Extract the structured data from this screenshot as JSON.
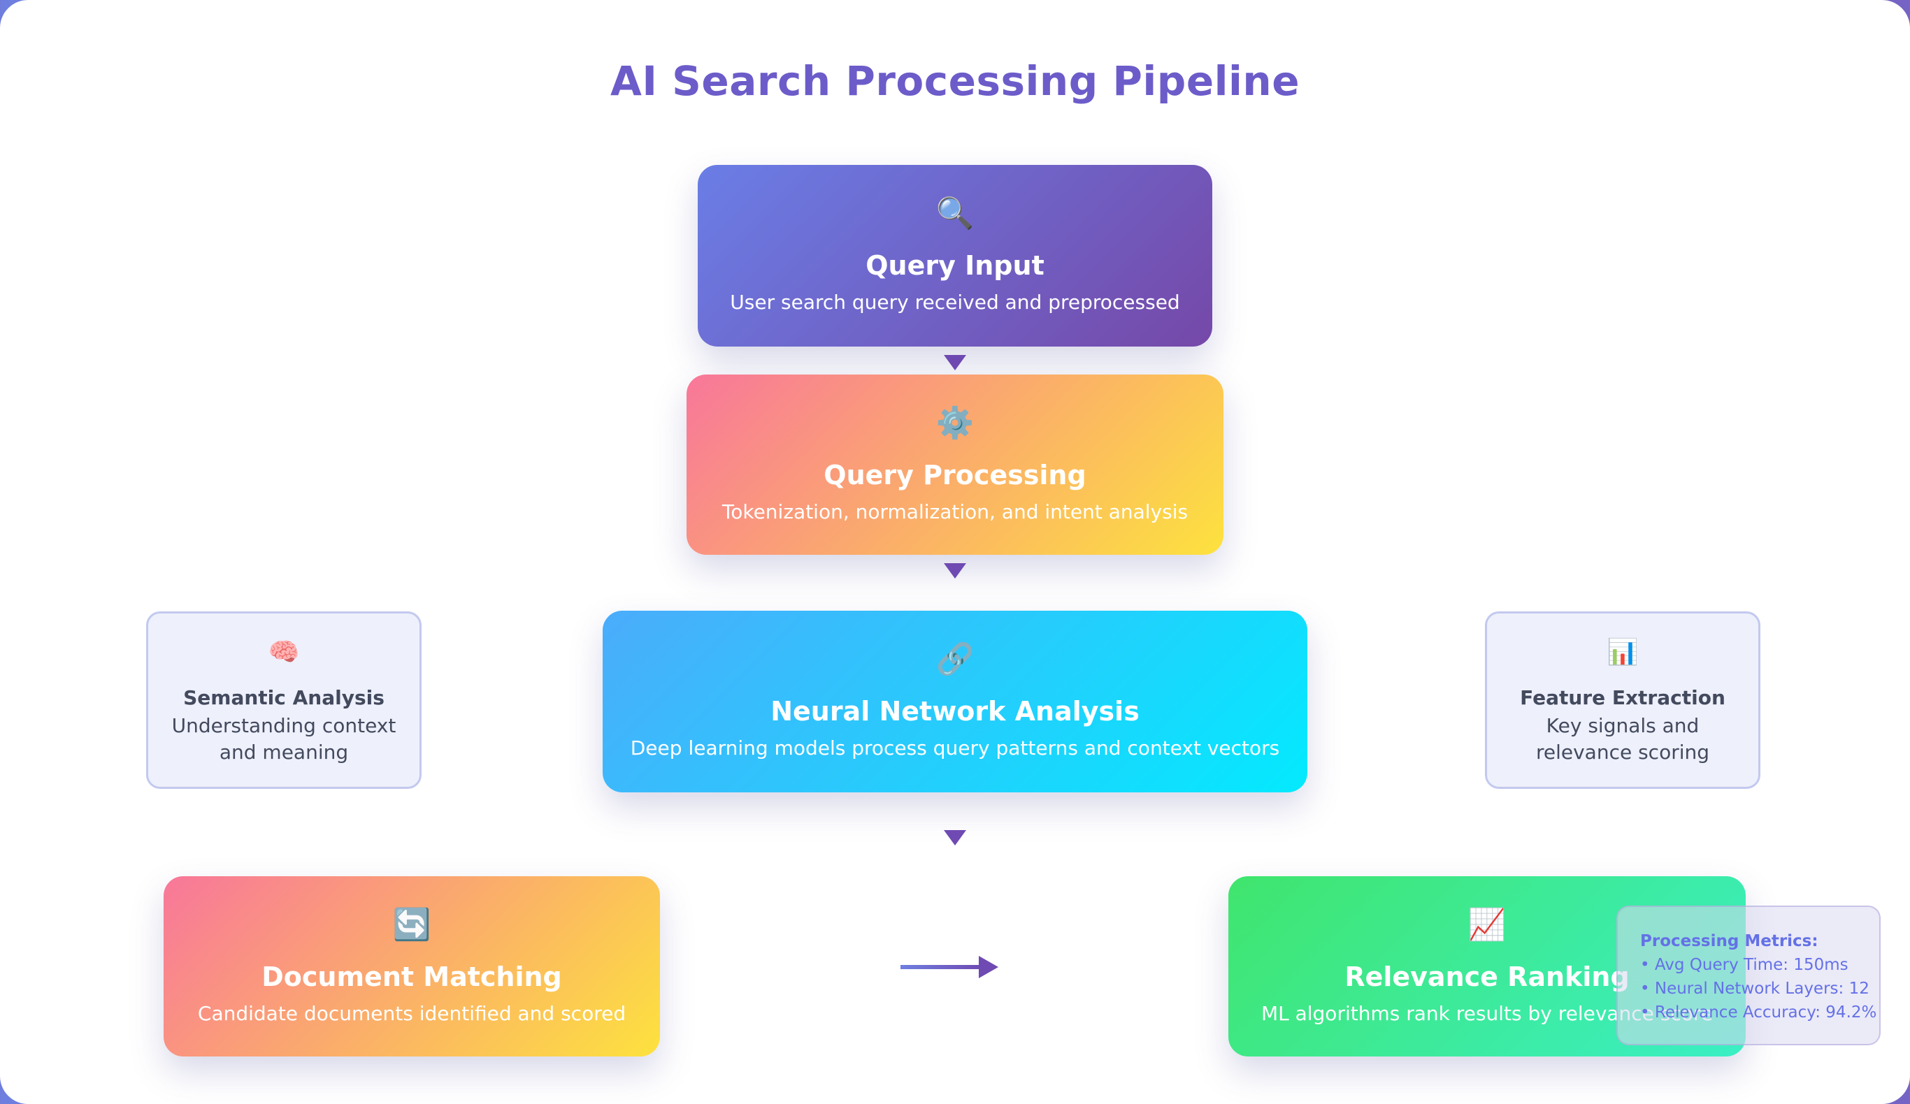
{
  "title": "AI Search Processing Pipeline",
  "colors": {
    "title": "#6c5cc9",
    "arrow": "#6f4ab2",
    "metrics_text": "#6471e6"
  },
  "cards": {
    "query_input": {
      "icon": "🔍",
      "icon_name": "magnifier-icon",
      "title": "Query Input",
      "desc": "User search query received and preprocessed"
    },
    "query_processing": {
      "icon": "⚙️",
      "icon_name": "gear-icon",
      "title": "Query Processing",
      "desc": "Tokenization, normalization, and intent analysis"
    },
    "neural": {
      "icon": "🔗",
      "icon_name": "link-icon",
      "title": "Neural Network Analysis",
      "desc": "Deep learning models process query patterns and context vectors"
    },
    "document_matching": {
      "icon": "🔄",
      "icon_name": "refresh-icon",
      "title": "Document Matching",
      "desc": "Candidate documents identified and scored"
    },
    "relevance_ranking": {
      "icon": "📈",
      "icon_name": "chart-up-icon",
      "title": "Relevance Ranking",
      "desc": "ML algorithms rank results by relevance score"
    }
  },
  "side": {
    "semantic": {
      "icon": "🧠",
      "icon_name": "brain-icon",
      "title": "Semantic Analysis",
      "desc": "Understanding context and meaning"
    },
    "feature": {
      "icon": "📊",
      "icon_name": "bar-chart-icon",
      "title": "Feature Extraction",
      "desc": "Key signals and relevance scoring"
    }
  },
  "metrics": {
    "title": "Processing Metrics:",
    "items": [
      "• Avg Query Time: 150ms",
      "• Neural Network Layers: 12",
      "• Relevance Accuracy: 94.2%"
    ]
  }
}
